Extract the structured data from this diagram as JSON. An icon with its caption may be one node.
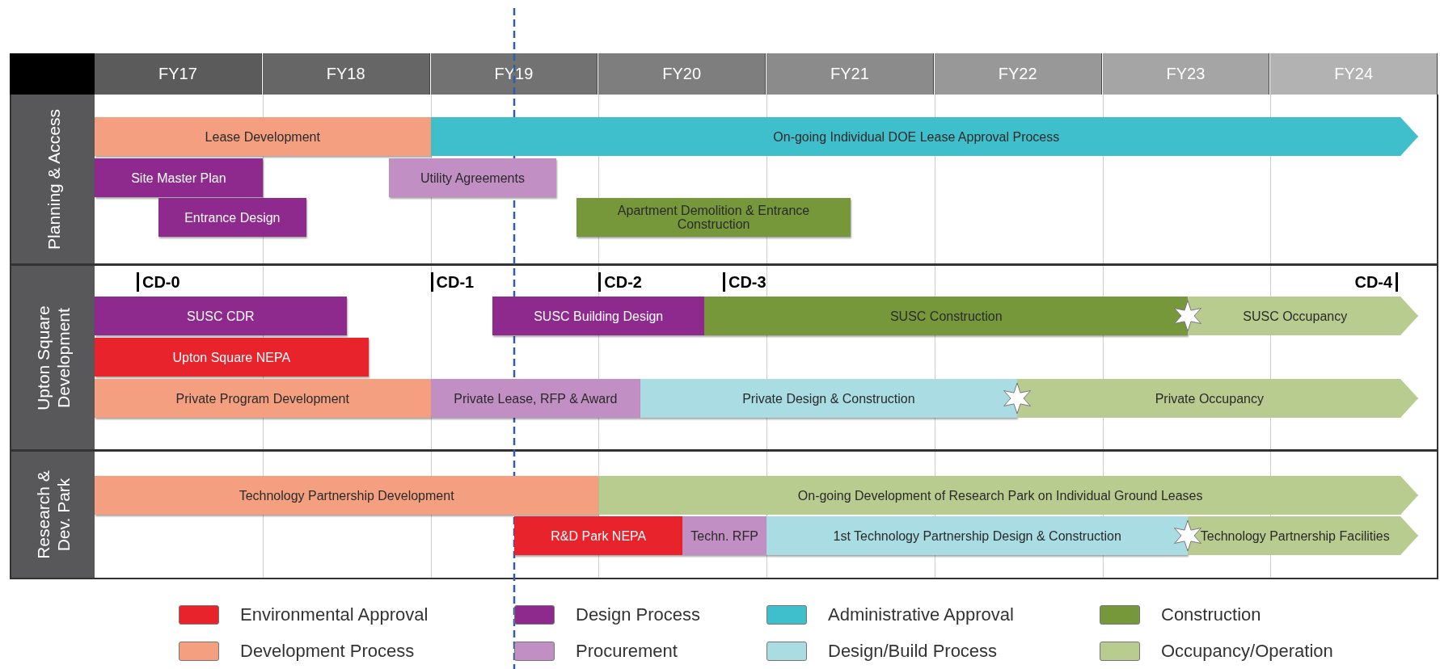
{
  "diagram": {
    "nodes": [
      {
        "text": [
          "Planning & Access"
        ]
      },
      {
        "text": [
          "Lease Development"
        ],
        "in": 0
      },
      {
        "text": [
          "On-going Individual DOE Lease Approval Process"
        ],
        "in": 0
      },
      {
        "text": [
          "Site Master Plan"
        ],
        "in": 0
      },
      {
        "text": [
          "Utility Agreements"
        ],
        "in": 0
      },
      {
        "text": [
          "Entrance Design"
        ],
        "in": 0
      },
      {
        "text": [
          "Apartment Demolition & Entrance Construction"
        ],
        "in": 0
      },
      {
        "text": [
          "Upton Square Development"
        ]
      },
      {
        "text": [
          "SUSC CDR"
        ],
        "in": 7
      },
      {
        "text": [
          "SUSC Building Design"
        ],
        "in": 7
      },
      {
        "text": [
          "SUSC Construction"
        ],
        "in": 7
      },
      {
        "text": [
          "SUSC Occupancy"
        ],
        "in": 7
      },
      {
        "text": [
          "Upton Square NEPA"
        ],
        "in": 7
      },
      {
        "text": [
          "Private Program Development"
        ],
        "in": 7
      },
      {
        "text": [
          "Private Lease, RFP & Award"
        ],
        "in": 7
      },
      {
        "text": [
          "Private Design & Construction"
        ],
        "in": 7
      },
      {
        "text": [
          "Private Occupancy"
        ],
        "in": 7
      },
      {
        "text": [
          "Research & Dev. Park"
        ]
      },
      {
        "text": [
          "Technology Partnership Development"
        ],
        "in": 17
      },
      {
        "text": [
          "On-going Development of Research Park on Individual Ground Leases"
        ],
        "in": 17
      },
      {
        "text": [
          "R&D Park NEPA"
        ],
        "in": 17
      },
      {
        "text": [
          "Techn. RFP"
        ],
        "in": 17
      },
      {
        "text": [
          "1st Technology Partnership Design & Construction"
        ],
        "in": 17
      },
      {
        "text": [
          "Technology Partnership Facilities"
        ],
        "in": 17
      }
    ],
    "edges": [],
    "labels": [
      "FY17",
      "FY18",
      "FY19",
      "FY20",
      "FY21",
      "FY22",
      "FY23",
      "FY24",
      "CD-0",
      "CD-1",
      "CD-2",
      "CD-3",
      "CD-4"
    ],
    "legend": [
      {
        "text": "Environmental Approval",
        "color": "#e8232b"
      },
      {
        "text": "Design Process",
        "color": "#8e2a8e"
      },
      {
        "text": "Administrative Approval",
        "color": "#3fbfcc"
      },
      {
        "text": "Construction",
        "color": "#76983a"
      },
      {
        "text": "Development Process",
        "color": "#f4a080"
      },
      {
        "text": "Procurement",
        "color": "#c28fc4"
      },
      {
        "text": "Design/Build Process",
        "color": "#a9dde3"
      },
      {
        "text": "Occupancy/Operation",
        "color": "#b9cc8f"
      }
    ]
  }
}
